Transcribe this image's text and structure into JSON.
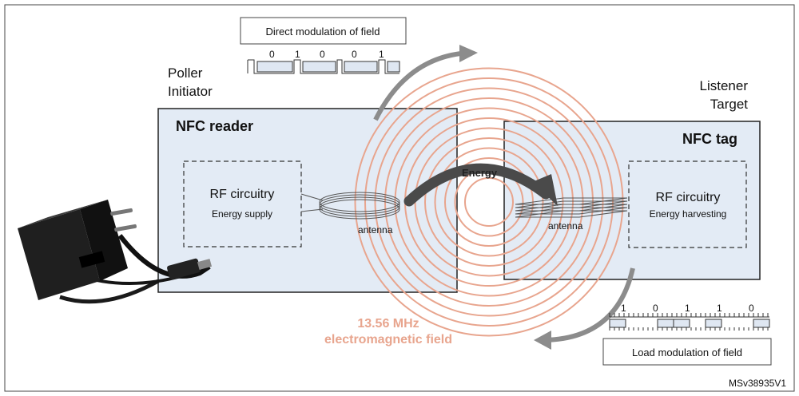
{
  "reader": {
    "role_line1": "Poller",
    "role_line2": "Initiator",
    "title": "NFC reader",
    "circuit_title": "RF circuitry",
    "circuit_subtitle": "Energy supply",
    "antenna_label": "antenna"
  },
  "tag": {
    "role_line1": "Listener",
    "role_line2": "Target",
    "title": "NFC tag",
    "circuit_title": "RF circuitry",
    "circuit_subtitle": "Energy harvesting",
    "antenna_label": "antenna"
  },
  "energy_label": "Energy",
  "field": {
    "line1": "13.56 MHz",
    "line2": "electromagnetic field",
    "color": "#e8a58e",
    "ring_count": 12
  },
  "direct_modulation": {
    "label": "Direct modulation of field",
    "bits": [
      "0",
      "1",
      "0",
      "0",
      "1"
    ]
  },
  "load_modulation": {
    "label": "Load modulation of field",
    "bits": [
      "1",
      "0",
      "1",
      "1",
      "0"
    ]
  },
  "figure_id": "MSv38935V1",
  "colors": {
    "box_fill": "#e3ebf5",
    "box_stroke": "#222222",
    "arrow_gray": "#8c8c8c",
    "energy_arrow": "#4a4a4a"
  }
}
